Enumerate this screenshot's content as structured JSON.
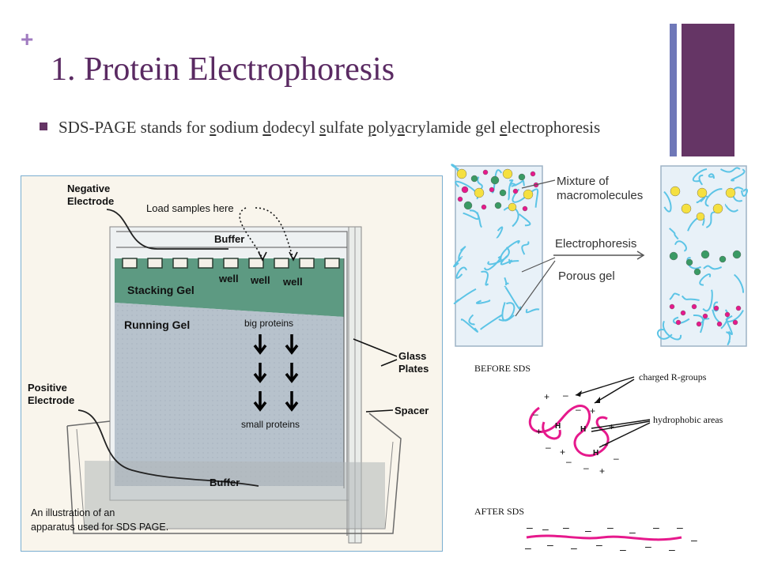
{
  "slide": {
    "plus": "+",
    "title": "1. Protein Electrophoresis",
    "bullet": {
      "parts": [
        {
          "text": "SDS-PAGE stands for ",
          "u": false
        },
        {
          "text": "s",
          "u": true
        },
        {
          "text": "odium ",
          "u": false
        },
        {
          "text": "d",
          "u": true
        },
        {
          "text": "odecyl ",
          "u": false
        },
        {
          "text": "s",
          "u": true
        },
        {
          "text": "ulfate ",
          "u": false
        },
        {
          "text": "p",
          "u": true
        },
        {
          "text": "oly",
          "u": false
        },
        {
          "text": "a",
          "u": true
        },
        {
          "text": "crylamide ",
          "u": false
        },
        {
          "text": "g",
          "u": true
        },
        {
          "text": "el ",
          "u": false
        },
        {
          "text": "e",
          "u": true
        },
        {
          "text": "lectrophoresis",
          "u": false
        }
      ]
    }
  },
  "apparatus": {
    "negative_line1": "Negative",
    "negative_line2": "Electrode",
    "load_samples": "Load samples here",
    "buffer_top": "Buffer",
    "well": "well",
    "stacking_gel": "Stacking Gel",
    "running_gel": "Running Gel",
    "big_proteins": "big proteins",
    "small_proteins": "small proteins",
    "glass_line1": "Glass",
    "glass_line2": "Plates",
    "spacer": "Spacer",
    "positive_line1": "Positive",
    "positive_line2": "Electrode",
    "buffer_bottom": "Buffer",
    "caption_line1": "An illustration of an",
    "caption_line2": "apparatus used for SDS PAGE."
  },
  "mixture": {
    "label_line1": "Mixture of",
    "label_line2": "macromolecules",
    "electrophoresis": "Electrophoresis",
    "porous_gel": "Porous gel"
  },
  "sds": {
    "before": "BEFORE SDS",
    "charged": "charged R-groups",
    "hydrophobic": "hydrophobic areas",
    "after": "AFTER SDS",
    "h": "H"
  },
  "colors": {
    "title": "#5a2a62",
    "accent_dark": "#653565",
    "accent_blue": "#6f78b8",
    "stacking_gel": "#5d9a82",
    "running_gel": "#b7c2cc",
    "gel_fibers": "#5cc4e6",
    "protein_pink": "#e6198c"
  }
}
